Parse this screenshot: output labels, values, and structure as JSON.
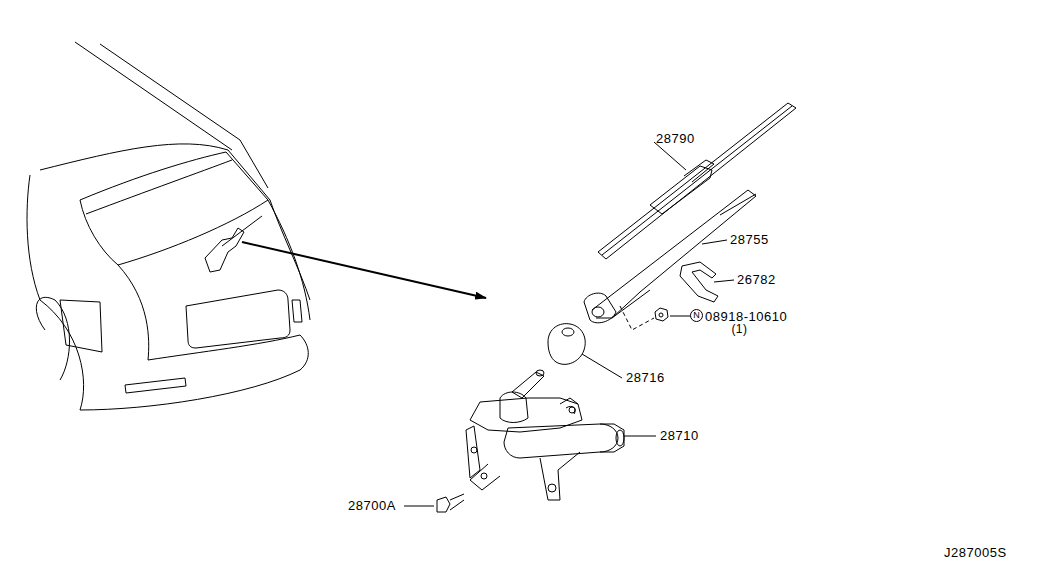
{
  "diagram": {
    "nodes": [
      {
        "text": [
          "N"
        ]
      }
    ],
    "labels": [
      "28790",
      "28755",
      "26782",
      "08918-10610",
      "(1)",
      "28716",
      "28710",
      "28700A",
      "J287005S"
    ]
  }
}
